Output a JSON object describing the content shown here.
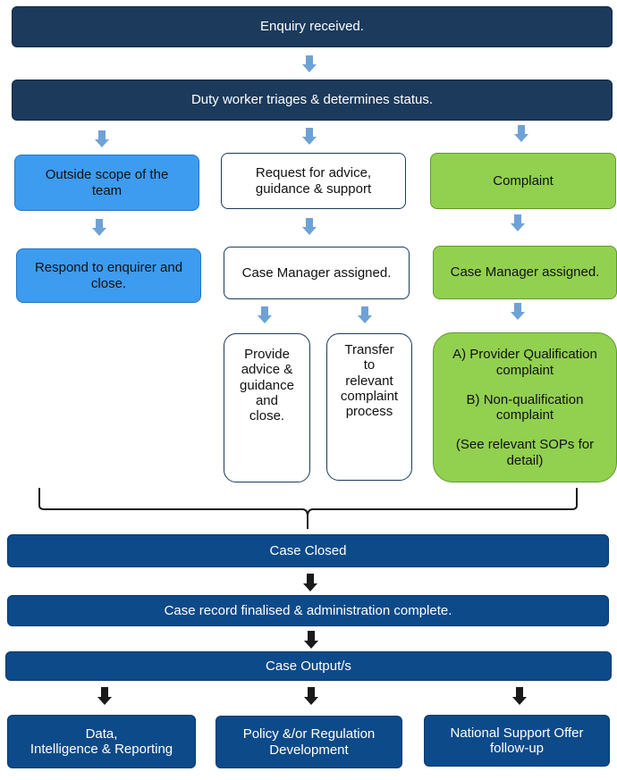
{
  "colors": {
    "dark_navy": "#1b3a5c",
    "navy": "#0d4a8a",
    "blue": "#3d9bf0",
    "green": "#92d050",
    "light_arrow": "#6ea2d6",
    "dark_arrow": "#1a1a1a"
  },
  "nodes": {
    "enquiry_received": "Enquiry received.",
    "duty_worker": "Duty worker triages & determines status.",
    "outside_scope": "Outside scope of the\nteam",
    "request_advice": "Request for advice,\nguidance & support",
    "complaint": "Complaint",
    "respond_close": "Respond to enquirer and\nclose.",
    "case_manager_middle": "Case Manager assigned.",
    "case_manager_right": "Case Manager assigned.",
    "provide_advice": "Provide\nadvice &\nguidance\nand\nclose.",
    "transfer": "Transfer\nto\nrelevant\ncomplaint\nprocess",
    "complaint_types": {
      "a": "A) Provider Qualification\ncomplaint",
      "b": "B) Non-qualification\ncomplaint",
      "note": "(See relevant SOPs for\ndetail)"
    },
    "case_closed": "Case Closed",
    "case_record": "Case record finalised & administration complete.",
    "case_output": "Case Output/s",
    "data_reporting": "Data,\nIntelligence & Reporting",
    "policy_regulation": "Policy &/or Regulation\nDevelopment",
    "national_support": "National Support Offer\nfollow-up"
  },
  "arrows": {
    "light": "down-arrow-icon",
    "dark": "down-arrow-icon"
  }
}
